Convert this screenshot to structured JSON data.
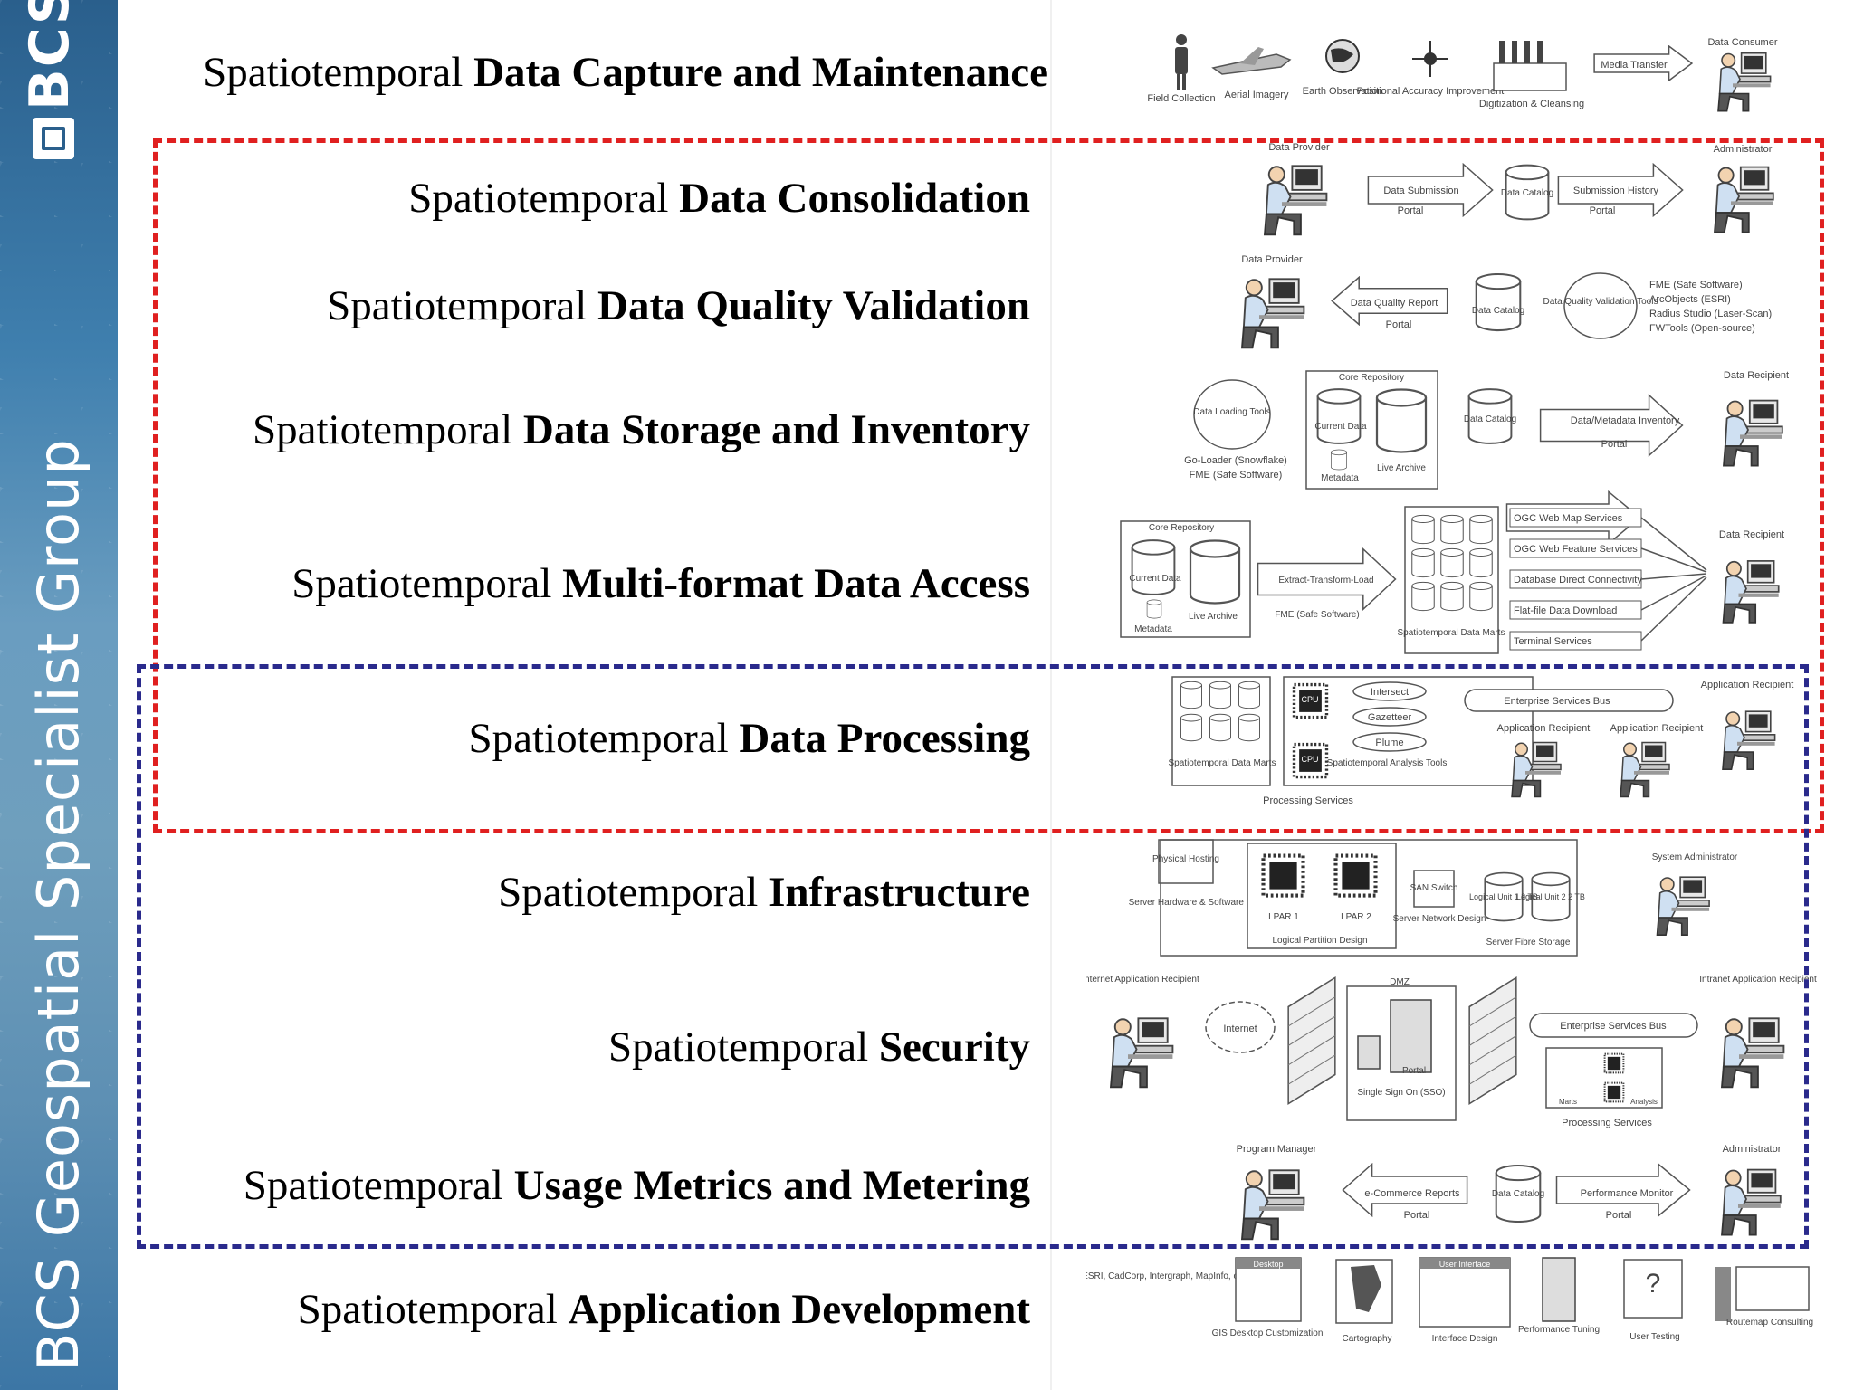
{
  "sidebar": {
    "logo_text": "BCS",
    "group_text": "BCS Geospatial Specialist Group"
  },
  "rows": [
    {
      "prefix": "Spatiotemporal",
      "bold": "Data Capture and Maintenance"
    },
    {
      "prefix": "Spatiotemporal",
      "bold": "Data Consolidation"
    },
    {
      "prefix": "Spatiotemporal",
      "bold": "Data Quality Validation"
    },
    {
      "prefix": "Spatiotemporal",
      "bold": "Data Storage and Inventory"
    },
    {
      "prefix": "Spatiotemporal",
      "bold": "Multi-format Data Access"
    },
    {
      "prefix": "Spatiotemporal",
      "bold": "Data Processing"
    },
    {
      "prefix": "Spatiotemporal",
      "bold": "Infrastructure"
    },
    {
      "prefix": "Spatiotemporal",
      "bold": "Security"
    },
    {
      "prefix": "Spatiotemporal",
      "bold": "Usage Metrics and Metering"
    },
    {
      "prefix": "Spatiotemporal",
      "bold": "Application Development"
    }
  ],
  "colors": {
    "red_dash": "#e02020",
    "blue_dash": "#2a2a8c"
  },
  "diagram": {
    "capture": {
      "field": "Field Collection",
      "aerial": "Aerial Imagery",
      "earth": "Earth Observation",
      "positional": "Positional Accuracy Improvement",
      "digitization": "Digitization & Cleansing",
      "media": "Media Transfer",
      "consumer": "Data Consumer"
    },
    "consolidation": {
      "provider": "Data Provider",
      "submission": "Data Submission",
      "portal": "Portal",
      "catalog": "Data Catalog",
      "history": "Submission History",
      "admin": "Administrator"
    },
    "quality": {
      "provider": "Data Provider",
      "report": "Data Quality Report",
      "portal": "Portal",
      "catalog": "Data Catalog",
      "tools": "Data Quality Validation Tools",
      "fme": "FME (Safe Software)",
      "arcobjects": "ArcObjects (ESRI)",
      "radius": "Radius Studio (Laser-Scan)",
      "fwtools": "FWTools (Open-source)"
    },
    "storage": {
      "loading": "Data Loading Tools",
      "core": "Core Repository",
      "current": "Current Data",
      "metadata": "Metadata",
      "live": "Live Archive",
      "goloader": "Go-Loader (Snowflake)",
      "fme": "FME (Safe Software)",
      "catalog": "Data Catalog",
      "inventory": "Data/Metadata Inventory",
      "portal": "Portal",
      "recipient": "Data Recipient"
    },
    "access": {
      "core": "Core Repository",
      "current": "Current Data",
      "metadata": "Metadata",
      "live": "Live Archive",
      "etl": "Extract-Transform-Load",
      "fme": "FME (Safe Software)",
      "marts": "Spatiotemporal Data Marts",
      "wms": "OGC Web Map Services",
      "wfs": "OGC Web Feature Services",
      "db": "Database Direct Connectivity",
      "flat": "Flat-file Data Download",
      "terminal": "Terminal Services",
      "recipient": "Data Recipient"
    },
    "processing": {
      "marts": "Spatiotemporal Data Marts",
      "cpu": "CPU",
      "intersect": "Intersect",
      "gazetteer": "Gazetteer",
      "plume": "Plume",
      "tools": "Spatiotemporal Analysis Tools",
      "esb": "Enterprise Services Bus",
      "app_recipient": "Application Recipient",
      "services": "Processing Services"
    },
    "infrastructure": {
      "hosting": "Physical Hosting",
      "server": "Server Hardware & Software Specification",
      "lpar1": "LPAR 1",
      "lpar2": "LPAR 2",
      "partition": "Logical Partition Design",
      "san": "SAN Switch",
      "network": "Server Network Design",
      "unit1": "Logical Unit 1 2 TB",
      "unit2": "Logical Unit 2 2 TB",
      "fibre": "Server Fibre Storage",
      "sysadmin": "System Administrator"
    },
    "security": {
      "internet_recipient": "Internet Application Recipient",
      "internet": "Internet",
      "dmz": "DMZ",
      "portal": "Portal",
      "sso": "Single Sign On (SSO)",
      "esb": "Enterprise Services Bus",
      "marts": "Marts",
      "analysis": "Analysis",
      "services": "Processing Services",
      "intranet_recipient": "Intranet Application Recipient"
    },
    "metrics": {
      "manager": "Program Manager",
      "reports": "e-Commerce Reports",
      "portal": "Portal",
      "catalog": "Data Catalog",
      "monitor": "Performance Monitor",
      "admin": "Administrator"
    },
    "appdev": {
      "vendors": "Autodesk, ESRI, CadCorp, Intergraph, MapInfo, open-source",
      "desktop": "Desktop",
      "gis": "GIS Desktop Customization",
      "cartography": "Cartography",
      "ui": "User Interface",
      "interface": "Interface Design",
      "performance": "Performance Tuning",
      "testing": "User Testing",
      "routemap": "Routemap Consulting"
    }
  }
}
